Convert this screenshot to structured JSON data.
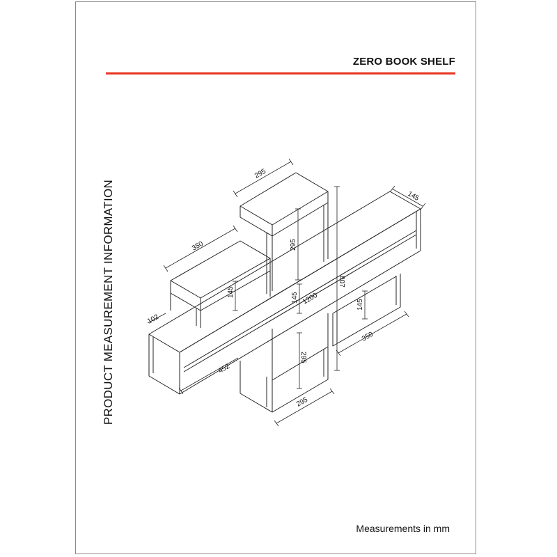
{
  "title": "ZERO BOOK SHELF",
  "side_title": "PRODUCT MEASUREMENT INFORMATION",
  "footer": "Measurements in mm",
  "colors": {
    "accent_rule": "#e8321e",
    "line": "#222222",
    "frame": "#8a8a8a"
  },
  "dimensions": {
    "top_box_width": "295",
    "top_box_height": "295",
    "right_depth": "145",
    "left_box_width": "350",
    "left_box_height": "145",
    "left_end_depth": "102",
    "center_gap": "145",
    "long_shelf_length": "1200",
    "total_height": "807",
    "right_box_height": "145",
    "right_box_width": "350",
    "lower_shelf_length": "452",
    "bottom_box_height": "295",
    "bottom_box_width": "295"
  }
}
